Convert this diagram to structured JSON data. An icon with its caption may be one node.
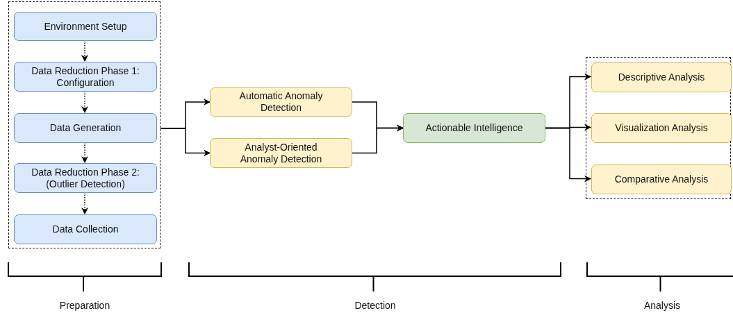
{
  "diagram": {
    "nodes": [
      {
        "text": [],
        "shape": "box"
      },
      {
        "text": [
          "Environment Setup"
        ],
        "in": 0
      },
      {
        "text": [
          "Data Reduction Phase 1: Configuration"
        ],
        "in": 0
      },
      {
        "text": [
          "Data Generation"
        ],
        "in": 0
      },
      {
        "text": [
          "Data Reduction Phase 2: (Outlier Detection)"
        ],
        "in": 0
      },
      {
        "text": [
          "Data Collection"
        ],
        "in": 0
      },
      {
        "text": [
          "Automatic Anomaly Detection"
        ]
      },
      {
        "text": [
          "Analyst-Oriented Anomaly Detection"
        ]
      },
      {
        "text": [
          "Actionable Intelligence"
        ]
      },
      {
        "text": [],
        "shape": "box"
      },
      {
        "text": [
          "Descriptive Analysis"
        ],
        "in": 9
      },
      {
        "text": [
          "Visualization Analysis"
        ],
        "in": 9
      },
      {
        "text": [
          "Comparative Analysis"
        ],
        "in": 9
      }
    ],
    "edges": [
      {
        "from": 1,
        "to": 2,
        "arrow": "to",
        "style": "dashed"
      },
      {
        "from": 2,
        "to": 3,
        "arrow": "to",
        "style": "dashed"
      },
      {
        "from": 3,
        "to": 4,
        "arrow": "to",
        "style": "dashed"
      },
      {
        "from": 4,
        "to": 5,
        "arrow": "to",
        "style": "dashed"
      },
      {
        "from": 0,
        "to": 6,
        "arrow": "to"
      },
      {
        "from": 0,
        "to": 7,
        "arrow": "to"
      },
      {
        "from": 6,
        "to": 8,
        "arrow": "to"
      },
      {
        "from": 7,
        "to": 8,
        "arrow": "to"
      },
      {
        "from": 8,
        "to": 10,
        "arrow": "to"
      },
      {
        "from": 8,
        "to": 11,
        "arrow": "to"
      },
      {
        "from": 8,
        "to": 12,
        "arrow": "to"
      }
    ],
    "labels": [
      "Preparation",
      "Detection",
      "Analysis"
    ]
  }
}
